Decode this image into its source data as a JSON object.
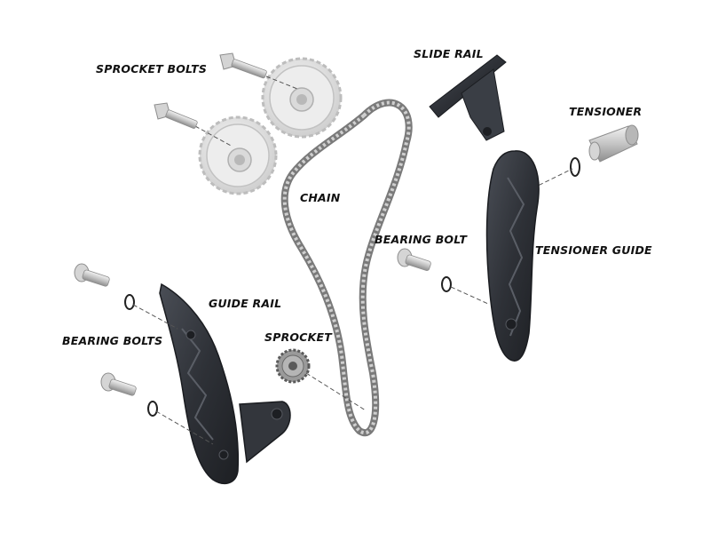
{
  "labels": {
    "sprocket_bolts": "SPROCKET BOLTS",
    "slide_rail": "SLIDE RAIL",
    "tensioner": "TENSIONER",
    "chain": "CHAIN",
    "bearing_bolt": "BEARING BOLT",
    "tensioner_guide": "TENSIONER GUIDE",
    "guide_rail": "GUIDE RAIL",
    "sprocket": "SPROCKET",
    "bearing_bolts": "BEARING BOLTS"
  },
  "colors": {
    "dark_part": "#2e3137",
    "dark_part_edge": "#1a1c20",
    "light_part": "#e6e6e6",
    "light_part_edge": "#b7b7b7",
    "chain": "#6e6e6e",
    "bolt": "#c9c9c9",
    "text": "#111111"
  }
}
